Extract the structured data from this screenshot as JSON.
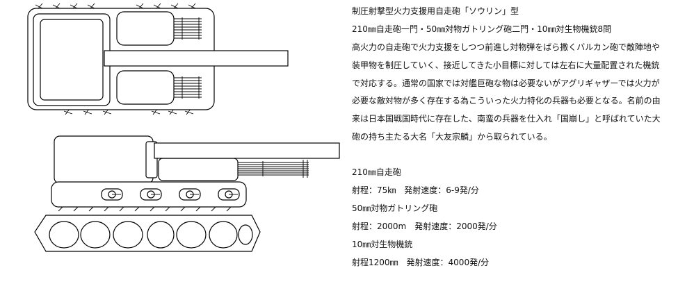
{
  "title": "制圧射撃型火力支援用自走砲「ソウリン」型",
  "armament": "210㎜自走砲一門・50㎜対物ガトリング砲二門・10㎜対生物機銃8問",
  "description_lines": [
    "高火力の自走砲で火力支援をしつつ前進し対物弾をばら撒くバルカン砲で敵陣地や",
    "装甲物を制圧していく、接近してきた小目標に対しては左右に大量配置された機銃",
    "で対応する。通常の国家では対艦巨砲な物は必要ないがアグリギャザーでは火力が",
    "必要な敵対物が多く存在する為こういった火力特化の兵器も必要となる。名前の由",
    "来は日本国戦国時代に存在した、南蛮の兵器を仕入れ「国崩し」と呼ばれていた大",
    "砲の持ち主たる大名「大友宗麟」から取られている。"
  ],
  "weapons": [
    {
      "name": "210㎜自走砲",
      "spec": "射程：75㎞　発射速度：6-9発/分"
    },
    {
      "name": "50㎜対物ガトリング砲",
      "spec": "射程：2000m　発射速度：2000発/分"
    },
    {
      "name": "10㎜対生物機銃",
      "spec": "射程1200㎜　発射速度：4000発/分"
    }
  ]
}
